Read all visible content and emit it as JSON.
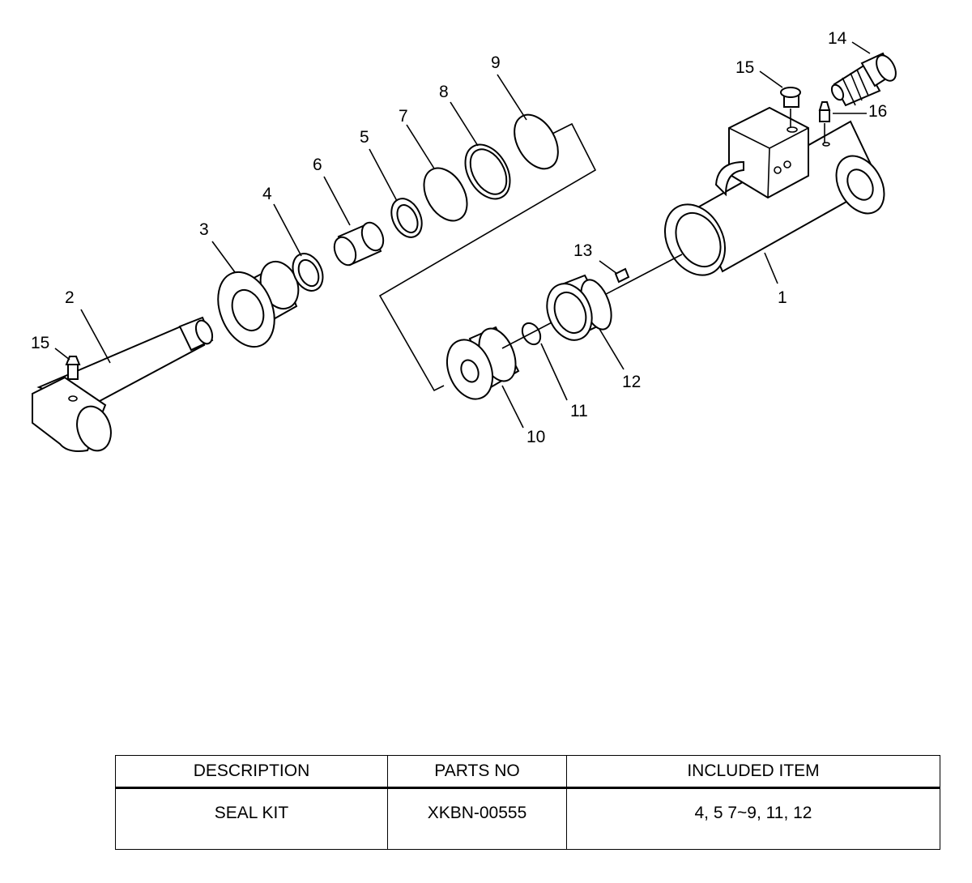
{
  "diagram": {
    "labels": {
      "p1": "1",
      "p2": "2",
      "p3": "3",
      "p4": "4",
      "p5": "5",
      "p6": "6",
      "p7": "7",
      "p8": "8",
      "p9": "9",
      "p10": "10",
      "p11": "11",
      "p12": "12",
      "p13": "13",
      "p14": "14",
      "p15a": "15",
      "p15b": "15",
      "p16": "16"
    }
  },
  "table": {
    "headers": [
      "DESCRIPTION",
      "PARTS NO",
      "INCLUDED ITEM"
    ],
    "rows": [
      [
        "SEAL KIT",
        "XKBN-00555",
        "4, 5 7~9, 11, 12"
      ]
    ]
  }
}
